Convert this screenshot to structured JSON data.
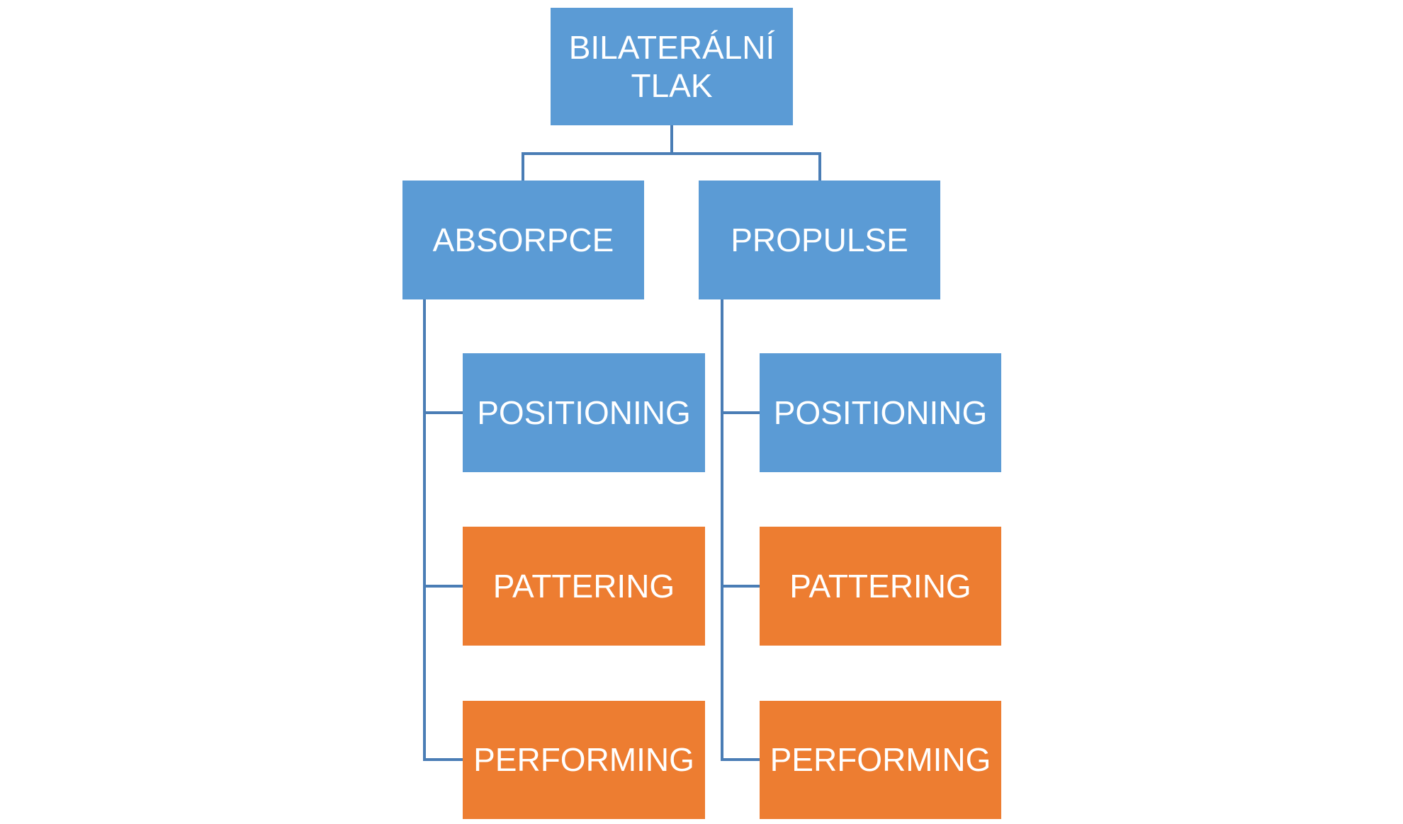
{
  "diagram": {
    "type": "hierarchy",
    "root": {
      "lines": [
        "BILATERÁLNÍ",
        "TLAK"
      ],
      "color": "#5B9BD5"
    },
    "branches": [
      {
        "label": "ABSORPCE",
        "color": "#5B9BD5",
        "children": [
          {
            "label": "POSITIONING",
            "color": "#5B9BD5"
          },
          {
            "label": "PATTERING",
            "color": "#ED7D31"
          },
          {
            "label": "PERFORMING",
            "color": "#ED7D31"
          }
        ]
      },
      {
        "label": "PROPULSE",
        "color": "#5B9BD5",
        "children": [
          {
            "label": "POSITIONING",
            "color": "#5B9BD5"
          },
          {
            "label": "PATTERING",
            "color": "#ED7D31"
          },
          {
            "label": "PERFORMING",
            "color": "#ED7D31"
          }
        ]
      }
    ],
    "colors": {
      "node_blue": "#5B9BD5",
      "node_orange": "#ED7D31",
      "connector": "#4A7DB5",
      "text": "#FFFFFF",
      "background": "#FFFFFF"
    }
  }
}
